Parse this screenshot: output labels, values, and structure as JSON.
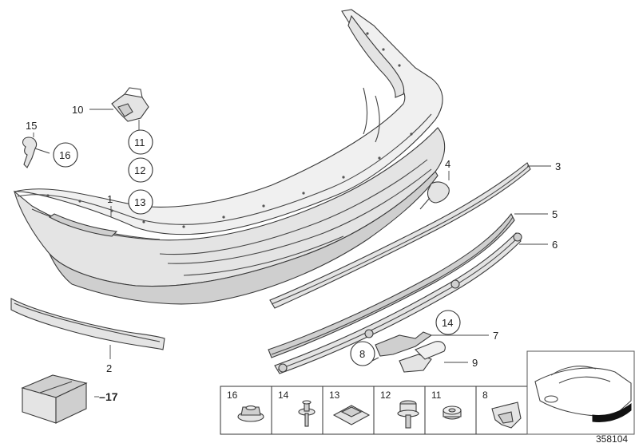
{
  "callouts": {
    "c1": "1",
    "c2": "2",
    "c3": "3",
    "c4": "4",
    "c5": "5",
    "c6": "6",
    "c7": "7",
    "c8": "8",
    "c9": "9",
    "c10": "10",
    "c11": "11",
    "c12": "12",
    "c13": "13",
    "c14": "14",
    "c15": "15",
    "c16": "16",
    "c17": "17"
  },
  "fastener_strip": [
    "16",
    "14",
    "13",
    "12",
    "11",
    "8"
  ],
  "diagram_number": "358104"
}
